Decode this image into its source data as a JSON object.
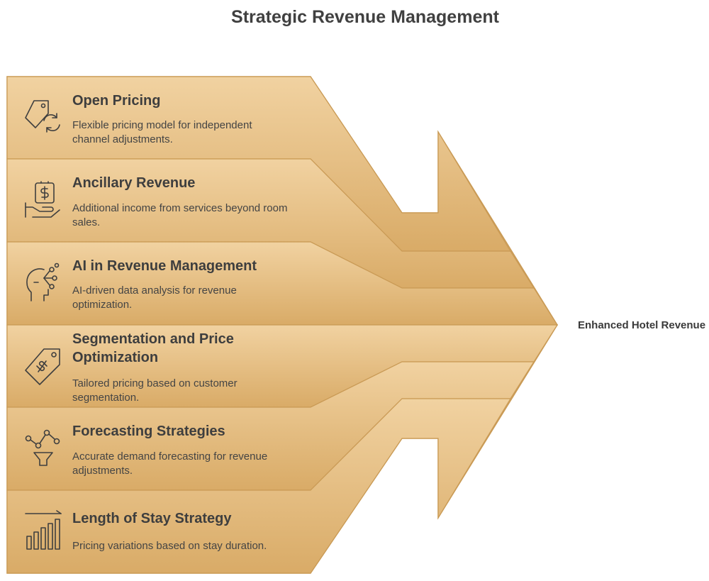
{
  "title": "Strategic Revenue Management",
  "outcome": "Enhanced Hotel Revenue",
  "items": [
    {
      "title": [
        "Open Pricing"
      ],
      "desc": [
        "Flexible pricing model for independent",
        "channel adjustments."
      ],
      "icon": "price-tag-refresh-icon"
    },
    {
      "title": [
        "Ancillary Revenue"
      ],
      "desc": [
        "Additional income from services beyond room",
        "sales."
      ],
      "icon": "money-bag-hand-icon"
    },
    {
      "title": [
        "AI in Revenue Management"
      ],
      "desc": [
        "AI-driven data analysis for revenue",
        "optimization."
      ],
      "icon": "ai-head-icon"
    },
    {
      "title": [
        "Segmentation and Price",
        "Optimization"
      ],
      "desc": [
        "Tailored pricing based on customer",
        "segmentation."
      ],
      "icon": "dollar-tag-icon"
    },
    {
      "title": [
        "Forecasting Strategies"
      ],
      "desc": [
        "Accurate demand forecasting for revenue",
        "adjustments."
      ],
      "icon": "network-funnel-icon"
    },
    {
      "title": [
        "Length of Stay Strategy"
      ],
      "desc": [
        "Pricing variations based on stay duration."
      ],
      "icon": "bar-chart-icon"
    }
  ],
  "colors": {
    "band_light": "#f0cf9c",
    "band_dark": "#d9aa66",
    "band_stroke": "#c99a55",
    "text": "#3e3e3e"
  }
}
